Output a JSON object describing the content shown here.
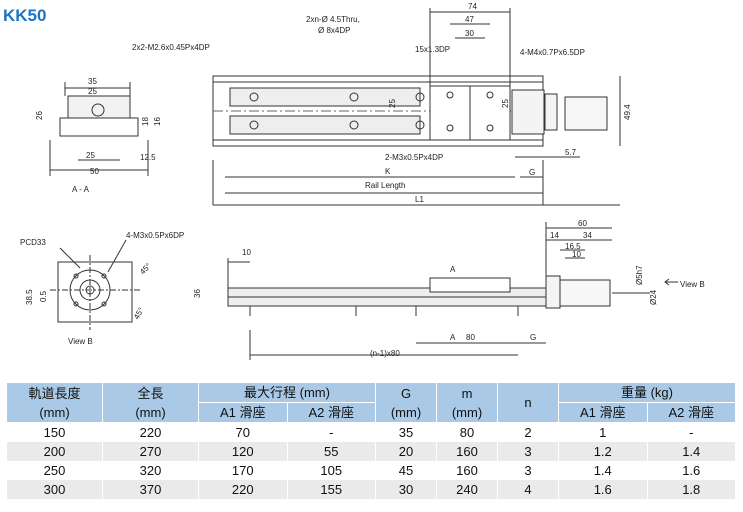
{
  "title": "KK50",
  "drawing": {
    "labels": {
      "l_2x2_m26": "2x2-M2.6x0.45Px4DP",
      "l_2xn": "2xn-Ø 4.5Thru,",
      "l_8x4dp": "Ø 8x4DP",
      "l_15x13": "15x1.3DP",
      "l_4m4": "4-M4x0.7Px6.5DP",
      "l_2m3": "2-M3x0.5Px4DP",
      "l_k": "K",
      "l_g": "G",
      "l_rail": "Rail Length",
      "l_l1": "L1",
      "l_74": "74",
      "l_47": "47",
      "l_30": "30",
      "l_25v1": "25",
      "l_25v2": "25",
      "l_494": "49.4",
      "l_57": "5.7",
      "l_35": "35",
      "l_25a": "25",
      "l_26": "26",
      "l_18": "18",
      "l_16": "16",
      "l_25b": "25",
      "l_125": "12.5",
      "l_50": "50",
      "l_aa": "A - A",
      "l_pcd": "PCD33",
      "l_4m3": "4-M3x0.5Px6DP",
      "l_45a": "45°",
      "l_45b": "45°",
      "l_385": "38.5",
      "l_05": "0.5",
      "l_viewb": "View B",
      "l_10a": "10",
      "l_36": "36",
      "l_a1": "A",
      "l_a2": "A",
      "l_80": "80",
      "l_g2": "G",
      "l_n1x80": "(n-1)x80",
      "l_60": "60",
      "l_14": "14",
      "l_34": "34",
      "l_165": "16.5",
      "l_10b": "10",
      "l_5h7": "Ø5h7",
      "l_24": "Ø24",
      "l_viewb2": "View B"
    }
  },
  "table": {
    "headers": {
      "rail": "軌道長度\n(mm)",
      "total": "全長\n(mm)",
      "stroke": "最大行程 (mm)",
      "g": "G\n(mm)",
      "m": "m\n(mm)",
      "n": "n",
      "weight": "重量 (kg)",
      "a1": "A1 滑座",
      "a2": "A2 滑座",
      "wa1": "A1 滑座",
      "wa2": "A2 滑座"
    },
    "rows": [
      [
        "150",
        "220",
        "70",
        "-",
        "35",
        "80",
        "2",
        "1",
        "-"
      ],
      [
        "200",
        "270",
        "120",
        "55",
        "20",
        "160",
        "3",
        "1.2",
        "1.4"
      ],
      [
        "250",
        "320",
        "170",
        "105",
        "45",
        "160",
        "3",
        "1.4",
        "1.6"
      ],
      [
        "300",
        "370",
        "220",
        "155",
        "30",
        "240",
        "4",
        "1.6",
        "1.8"
      ]
    ]
  }
}
